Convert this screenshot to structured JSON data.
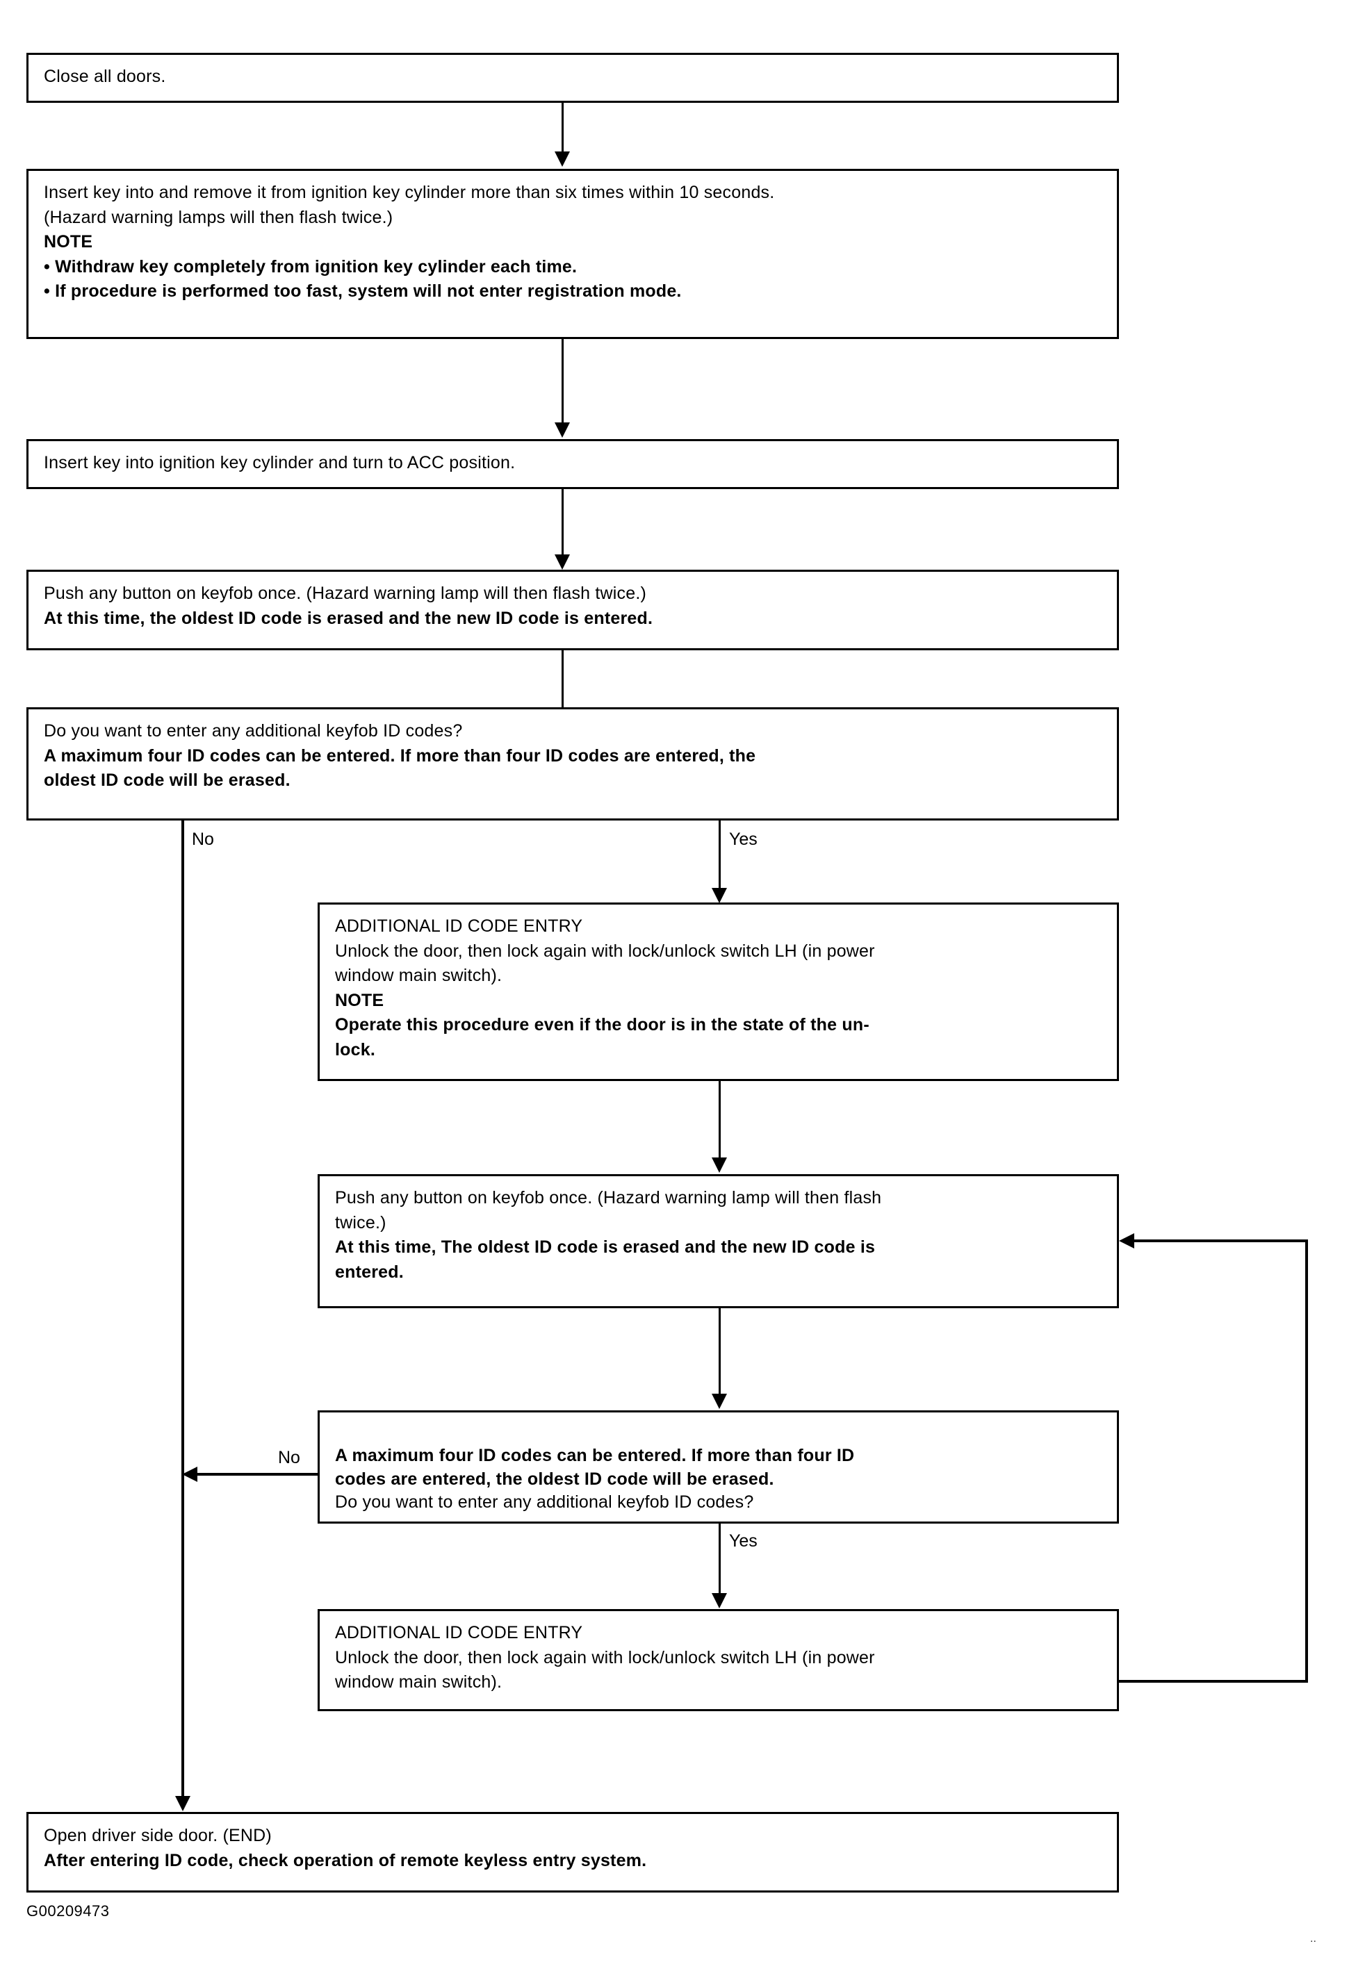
{
  "document": {
    "reference_code": "G00209473",
    "corner_mark": ".."
  },
  "nodes": {
    "close_doors": {
      "lines": [
        {
          "text": "Close all doors.",
          "bold": false
        }
      ]
    },
    "insert_remove_key": {
      "lines": [
        {
          "text": "Insert key into and remove it from ignition key cylinder more than six times within 10 seconds.",
          "bold": false
        },
        {
          "text": "(Hazard warning lamps will then flash twice.)",
          "bold": false
        },
        {
          "text": "NOTE",
          "bold": true
        },
        {
          "text": "• Withdraw key completely from ignition key cylinder each time.",
          "bold": true,
          "bullet": true
        },
        {
          "text": "• If procedure is performed too fast, system will not enter registration mode.",
          "bold": true,
          "bullet": true
        }
      ]
    },
    "turn_acc": {
      "lines": [
        {
          "text": "Insert key into ignition key cylinder and turn to ACC position.",
          "bold": false
        }
      ]
    },
    "push_keyfob_1": {
      "lines": [
        {
          "text": "Push any button on keyfob once. (Hazard warning lamp will then flash twice.)",
          "bold": false
        },
        {
          "text": "At this time, the oldest ID code is erased and the new ID code is entered.",
          "bold": true
        }
      ]
    },
    "decision_1": {
      "lines": [
        {
          "text": "Do you want to enter any additional keyfob ID codes?",
          "bold": false
        },
        {
          "text": "A maximum four ID codes can be entered. If more than four ID codes are entered, the",
          "bold": true
        },
        {
          "text": "oldest ID code will be erased.",
          "bold": true
        }
      ]
    },
    "additional_entry_1": {
      "lines": [
        {
          "text": "ADDITIONAL ID CODE ENTRY",
          "bold": false
        },
        {
          "text": "Unlock the door, then lock again with lock/unlock switch LH (in power",
          "bold": false
        },
        {
          "text": "window main switch).",
          "bold": false
        },
        {
          "text": "NOTE",
          "bold": true
        },
        {
          "text": "Operate this procedure even if the door is in the state of the un-",
          "bold": true
        },
        {
          "text": "lock.",
          "bold": true
        }
      ]
    },
    "push_keyfob_2": {
      "lines": [
        {
          "text": "Push any button on keyfob once. (Hazard warning lamp will then flash",
          "bold": false
        },
        {
          "text": "twice.)",
          "bold": false
        },
        {
          "text": "At this time, The oldest ID code is erased and the new ID code is",
          "bold": true
        },
        {
          "text": "entered.",
          "bold": true
        }
      ]
    },
    "decision_2": {
      "lines": [
        {
          "text": "A maximum four ID codes can be entered. If more than four ID",
          "bold": true
        },
        {
          "text": "codes are entered, the oldest ID code will be erased.",
          "bold": true
        },
        {
          "text": "Do you want to enter any additional keyfob ID codes?",
          "bold": false
        }
      ]
    },
    "additional_entry_2": {
      "lines": [
        {
          "text": "ADDITIONAL ID CODE ENTRY",
          "bold": false
        },
        {
          "text": "Unlock the door, then lock again with lock/unlock switch LH (in power",
          "bold": false
        },
        {
          "text": "window main switch).",
          "bold": false
        }
      ]
    },
    "end_node": {
      "lines": [
        {
          "text": "Open driver side door. (END)",
          "bold": false
        },
        {
          "text": "After entering ID code, check operation of remote keyless entry system.",
          "bold": true
        }
      ]
    }
  },
  "branch_labels": {
    "decision1_no": "No",
    "decision1_yes": "Yes",
    "decision2_no": "No",
    "decision2_yes": "Yes"
  },
  "chart_data": {
    "type": "flowchart",
    "title": "Keyfob ID code registration procedure",
    "orientation": "top-to-bottom",
    "node_order": [
      "close_doors",
      "insert_remove_key",
      "turn_acc",
      "push_keyfob_1",
      "decision_1",
      "additional_entry_1",
      "push_keyfob_2",
      "decision_2",
      "additional_entry_2",
      "end_node"
    ],
    "edges": [
      {
        "from": "close_doors",
        "to": "insert_remove_key",
        "label": ""
      },
      {
        "from": "insert_remove_key",
        "to": "turn_acc",
        "label": ""
      },
      {
        "from": "turn_acc",
        "to": "push_keyfob_1",
        "label": ""
      },
      {
        "from": "push_keyfob_1",
        "to": "decision_1",
        "label": ""
      },
      {
        "from": "decision_1",
        "to": "end_node",
        "label": "No"
      },
      {
        "from": "decision_1",
        "to": "additional_entry_1",
        "label": "Yes"
      },
      {
        "from": "additional_entry_1",
        "to": "push_keyfob_2",
        "label": ""
      },
      {
        "from": "push_keyfob_2",
        "to": "decision_2",
        "label": ""
      },
      {
        "from": "decision_2",
        "to": "end_node",
        "label": "No"
      },
      {
        "from": "decision_2",
        "to": "additional_entry_2",
        "label": "Yes"
      },
      {
        "from": "additional_entry_2",
        "to": "push_keyfob_2",
        "label": ""
      }
    ]
  }
}
